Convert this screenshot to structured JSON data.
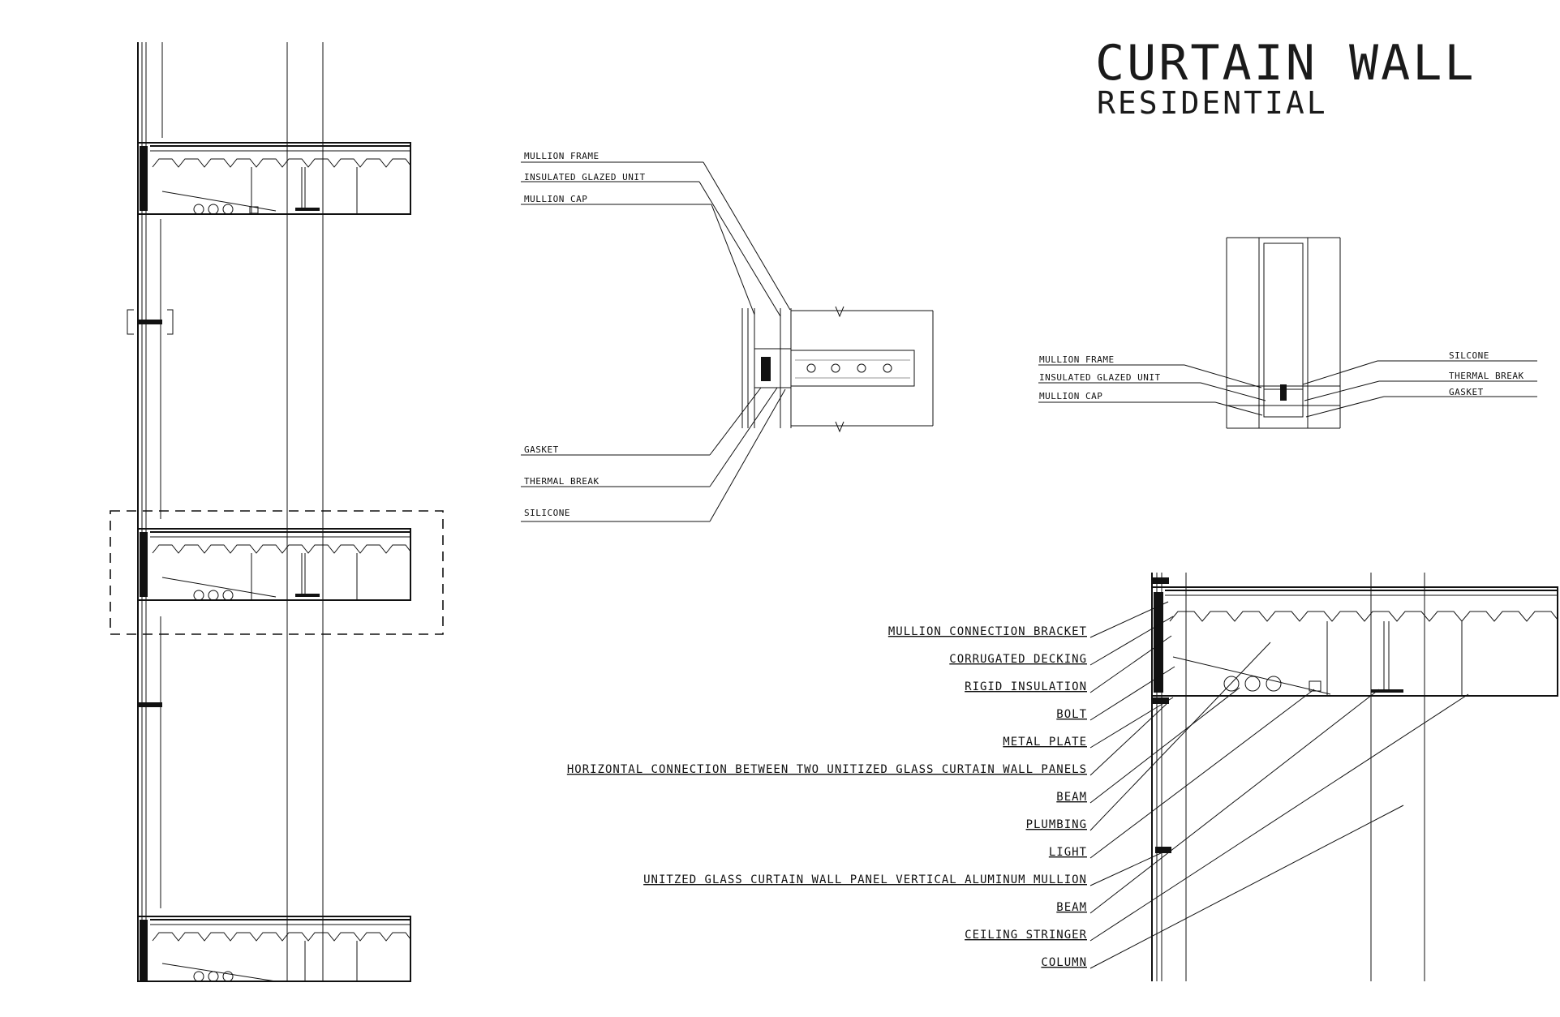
{
  "title": {
    "main": "CURTAIN WALL",
    "sub": "RESIDENTIAL"
  },
  "plan_detail": {
    "labels_top": [
      "MULLION FRAME",
      "INSULATED GLAZED UNIT",
      "MULLION CAP"
    ],
    "labels_bottom": [
      "GASKET",
      "THERMAL BREAK",
      "SILICONE"
    ]
  },
  "elevation_detail": {
    "labels_left": [
      "MULLION FRAME",
      "INSULATED GLAZED UNIT",
      "MULLION CAP"
    ],
    "labels_right": [
      "SILCONE",
      "THERMAL BREAK",
      "GASKET"
    ]
  },
  "section_detail": {
    "labels": [
      "MULLION CONNECTION BRACKET",
      "CORRUGATED DECKING",
      "RIGID INSULATION",
      "BOLT",
      "METAL PLATE",
      "HORIZONTAL CONNECTION BETWEEN TWO UNITIZED GLASS CURTAIN WALL PANELS",
      "BEAM",
      "PLUMBING",
      "LIGHT",
      "UNITZED GLASS CURTAIN WALL PANEL VERTICAL ALUMINUM MULLION",
      "BEAM",
      "CEILING STRINGER",
      "COLUMN"
    ]
  }
}
